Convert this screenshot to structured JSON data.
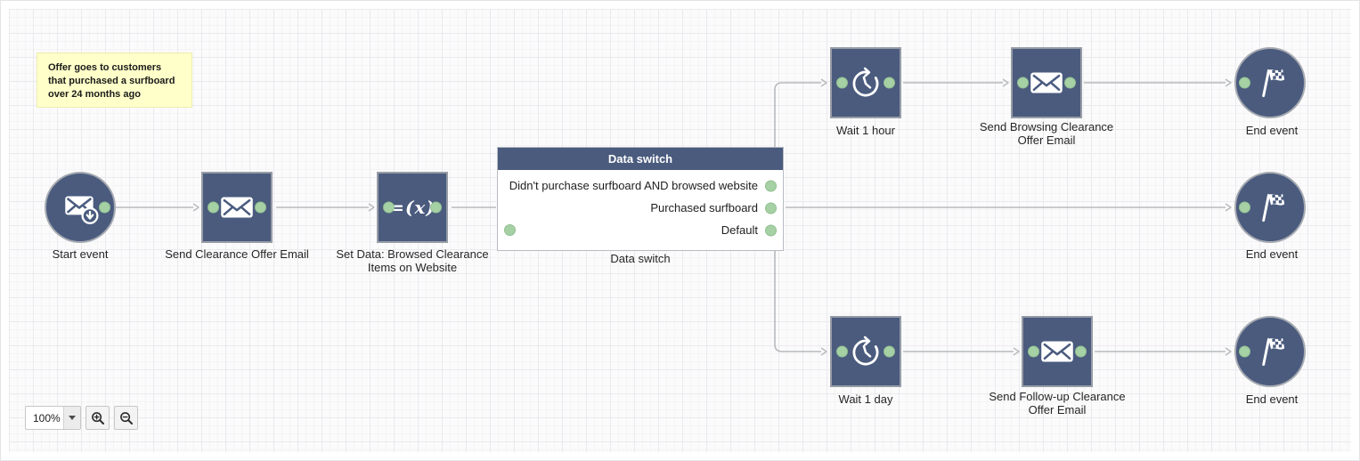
{
  "note": {
    "lines": [
      "Offer goes to customers",
      "that purchased a surfboard",
      "over 24 months ago"
    ]
  },
  "nodes": {
    "start": {
      "label": "Start event",
      "icon": "email-start-icon"
    },
    "send_clearance": {
      "label": "Send Clearance Offer Email",
      "icon": "email-icon"
    },
    "set_data": {
      "label": "Set Data: Browsed Clearance Items on Website",
      "icon": "set-data-formula-icon",
      "icon_text": "=(x)"
    },
    "data_switch": {
      "header": "Data switch",
      "label": "Data switch",
      "branches": [
        "Didn't purchase surfboard AND browsed website",
        "Purchased surfboard",
        "Default"
      ]
    },
    "wait_1_hour": {
      "label": "Wait 1 hour",
      "icon": "wait-clock-icon"
    },
    "send_browsing": {
      "label": "Send Browsing Clearance Offer Email",
      "icon": "email-icon"
    },
    "end_top": {
      "label": "End event",
      "icon": "checkered-flag-icon"
    },
    "end_middle": {
      "label": "End event",
      "icon": "checkered-flag-icon"
    },
    "wait_1_day": {
      "label": "Wait 1 day",
      "icon": "wait-clock-icon"
    },
    "send_followup": {
      "label": "Send Follow-up Clearance Offer Email",
      "icon": "email-icon"
    },
    "end_bottom": {
      "label": "End event",
      "icon": "checkered-flag-icon"
    }
  },
  "controls": {
    "zoom_value": "100%",
    "zoom_in_icon": "magnifier-plus-icon",
    "zoom_out_icon": "magnifier-minus-icon"
  },
  "colors": {
    "node_fill": "#4a5b7e",
    "switch_header": "#4a5b7e",
    "port_green": "#a5d1a4",
    "connector": "#b7b9bc",
    "note_bg": "#ffffc9"
  }
}
